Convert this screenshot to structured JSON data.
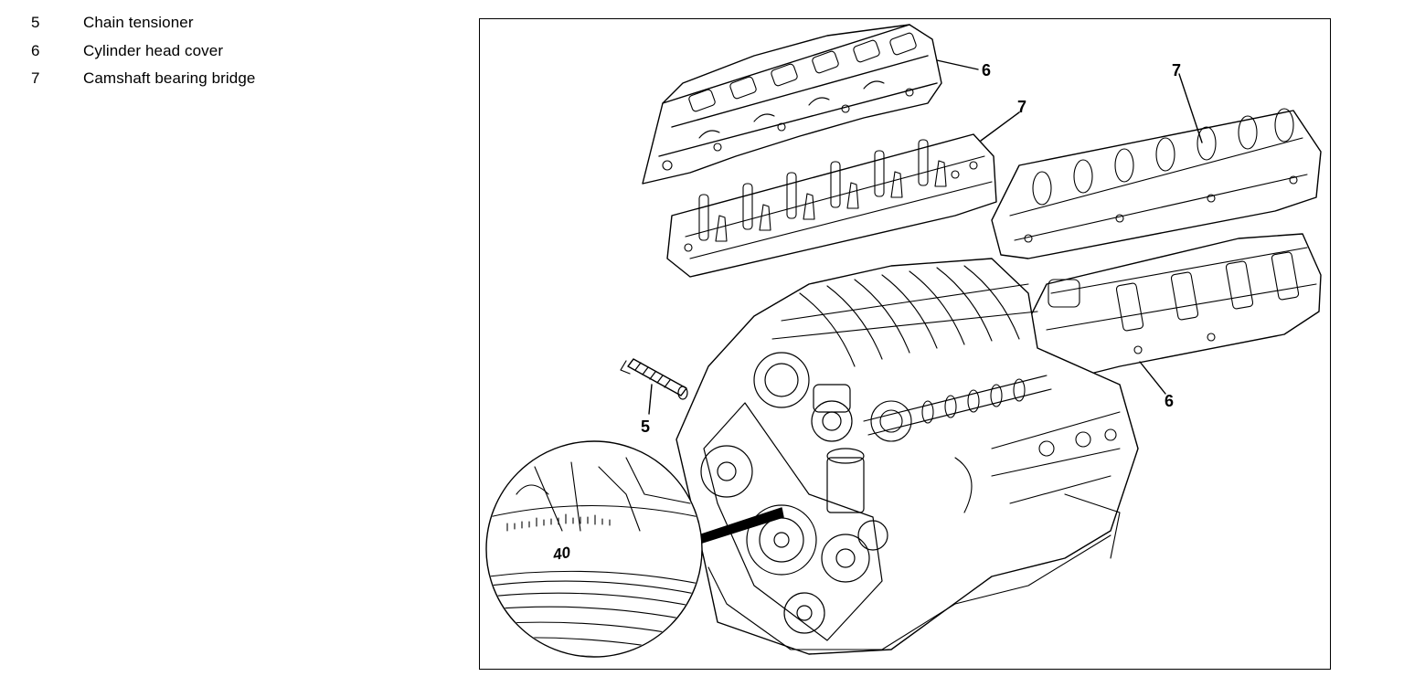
{
  "legend": {
    "items": [
      {
        "number": "5",
        "label": "Chain tensioner"
      },
      {
        "number": "6",
        "label": "Cylinder head cover"
      },
      {
        "number": "7",
        "label": "Camshaft bearing bridge"
      }
    ]
  },
  "diagram": {
    "callouts": {
      "cover_left": "6",
      "bridge_left": "7",
      "bridge_right": "7",
      "cover_right": "6",
      "tensioner": "5"
    },
    "magnifier_label": "40"
  }
}
